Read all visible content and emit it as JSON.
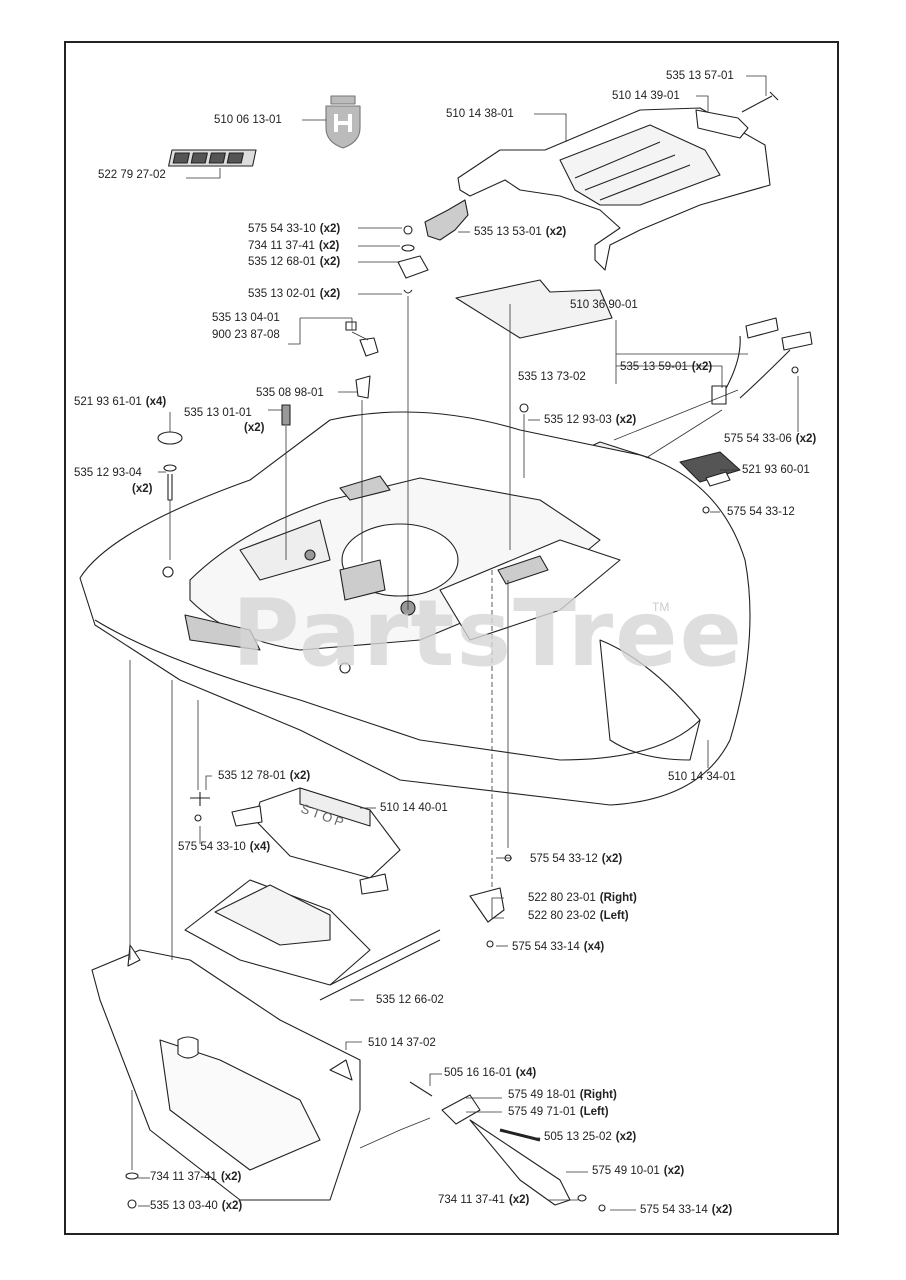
{
  "watermark": {
    "text": "PartsTree",
    "tm": "TM"
  },
  "callouts": [
    {
      "part": "535 13 57-01",
      "qty": ""
    },
    {
      "part": "510 14 39-01",
      "qty": ""
    },
    {
      "part": "510 06 13-01",
      "qty": ""
    },
    {
      "part": "510 14 38-01",
      "qty": ""
    },
    {
      "part": "522 79 27-02",
      "qty": ""
    },
    {
      "part": "575 54 33-10",
      "qty": "(x2)"
    },
    {
      "part": "734 11 37-41",
      "qty": "(x2)"
    },
    {
      "part": "535 12 68-01",
      "qty": "(x2)"
    },
    {
      "part": "535 13 53-01",
      "qty": "(x2)"
    },
    {
      "part": "535 13 02-01",
      "qty": "(x2)"
    },
    {
      "part": "510 36 90-01",
      "qty": ""
    },
    {
      "part": "535 13 04-01",
      "qty": ""
    },
    {
      "part": "900 23 87-08",
      "qty": ""
    },
    {
      "part": "535 13 73-02",
      "qty": ""
    },
    {
      "part": "535 13 59-01",
      "qty": "(x2)"
    },
    {
      "part": "535 08 98-01",
      "qty": ""
    },
    {
      "part": "521 93 61-01",
      "qty": "(x4)"
    },
    {
      "part": "535 13 01-01",
      "qty": ""
    },
    {
      "part": "(x2)",
      "qty": ""
    },
    {
      "part": "535 12 93-03",
      "qty": "(x2)"
    },
    {
      "part": "575 54 33-06",
      "qty": "(x2)"
    },
    {
      "part": "535 12 93-04",
      "qty": ""
    },
    {
      "part": "(x2)",
      "qty": ""
    },
    {
      "part": "521 93 60-01",
      "qty": ""
    },
    {
      "part": "575 54 33-12",
      "qty": ""
    },
    {
      "part": "510 14 34-01",
      "qty": ""
    },
    {
      "part": "535 12 78-01",
      "qty": "(x2)"
    },
    {
      "part": "510 14 40-01",
      "qty": ""
    },
    {
      "part": "575 54 33-10",
      "qty": "(x4)"
    },
    {
      "part": "575 54 33-12",
      "qty": "(x2)"
    },
    {
      "part": "522 80 23-01",
      "qty": "(Right)"
    },
    {
      "part": "522 80 23-02",
      "qty": "(Left)"
    },
    {
      "part": "575 54 33-14",
      "qty": "(x4)"
    },
    {
      "part": "535 12 66-02",
      "qty": ""
    },
    {
      "part": "510 14 37-02",
      "qty": ""
    },
    {
      "part": "505 16 16-01",
      "qty": "(x4)"
    },
    {
      "part": "575 49 18-01",
      "qty": "(Right)"
    },
    {
      "part": "575 49 71-01",
      "qty": "(Left)"
    },
    {
      "part": "505 13 25-02",
      "qty": "(x2)"
    },
    {
      "part": "575 49 10-01",
      "qty": "(x2)"
    },
    {
      "part": "734 11 37-41",
      "qty": "(x2)"
    },
    {
      "part": "535 13 03-40",
      "qty": "(x2)"
    },
    {
      "part": "734 11 37-41",
      "qty": "(x2)"
    },
    {
      "part": "575 54 33-14",
      "qty": "(x2)"
    }
  ],
  "decals": {
    "stop_text": "STOP"
  },
  "colors": {
    "line": "#222222",
    "fill": "#ffffff",
    "shade": "#e8e8e8",
    "watermark": "#d6d6d6"
  }
}
